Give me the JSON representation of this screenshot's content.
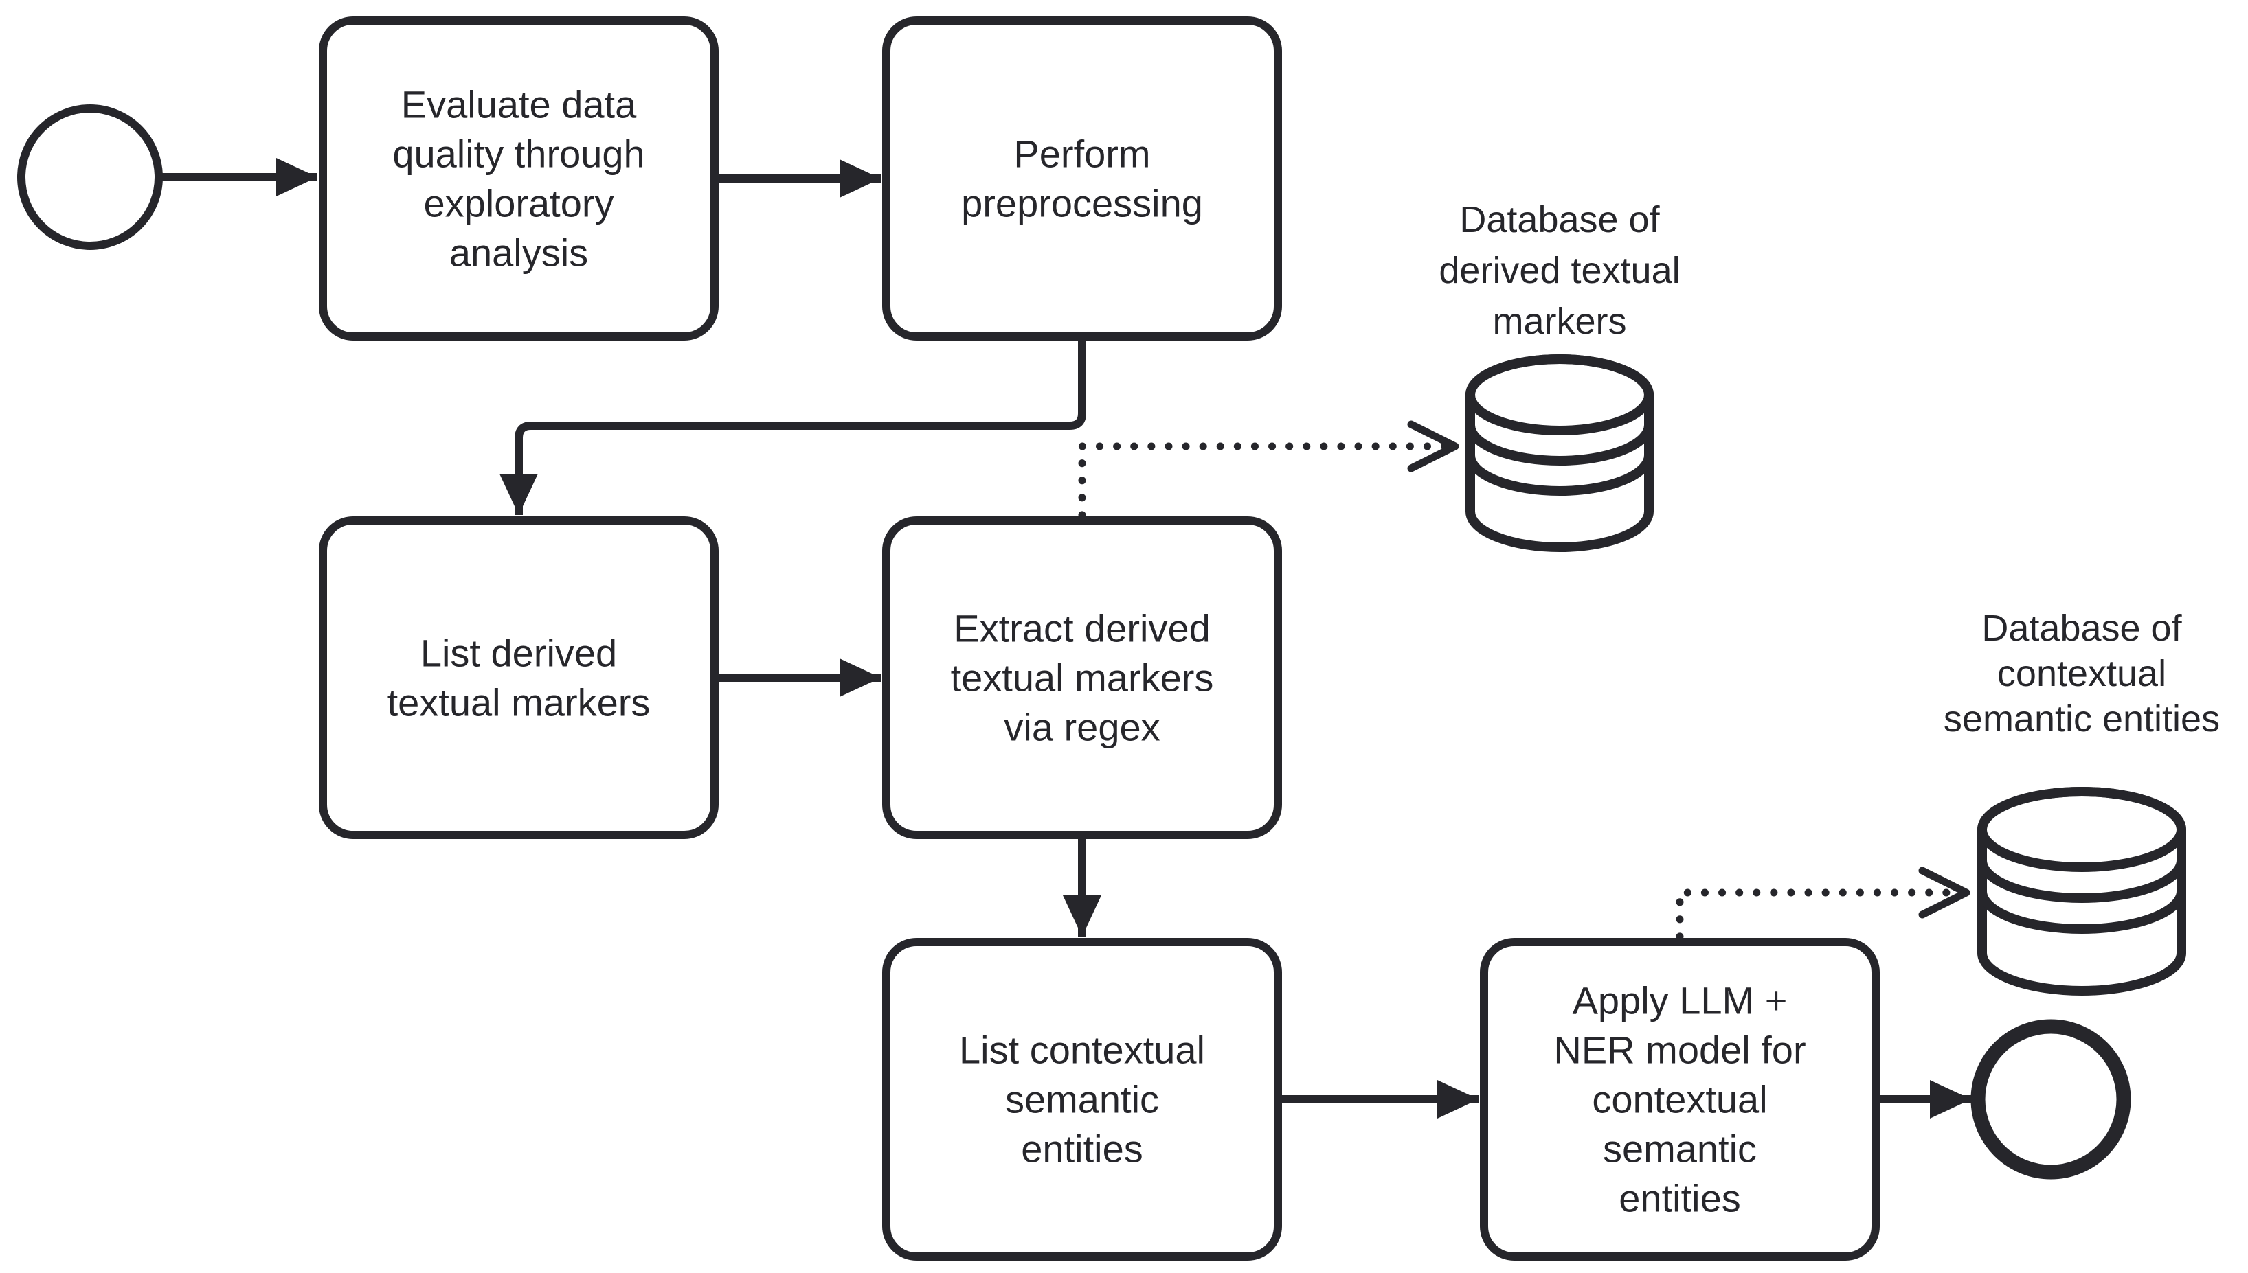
{
  "page": {
    "background_color": "#ffffff"
  },
  "diagram": {
    "kind": "bpmn-process-flow",
    "colors": {
      "stroke": "#26262b",
      "node_fill": "#ffffff"
    },
    "nodes": {
      "start_event": {
        "kind": "start-event",
        "label": ""
      },
      "evaluate": {
        "kind": "task",
        "label": "Evaluate data quality through exploratory analysis",
        "lines": [
          "Evaluate data",
          "quality through",
          "exploratory",
          "analysis"
        ]
      },
      "preprocess": {
        "kind": "task",
        "label": "Perform preprocessing",
        "lines": [
          "Perform",
          "preprocessing"
        ]
      },
      "list_markers": {
        "kind": "task",
        "label": "List derived textual markers",
        "lines": [
          "List derived",
          "textual markers"
        ]
      },
      "extract_markers": {
        "kind": "task",
        "label": "Extract derived textual markers via regex",
        "lines": [
          "Extract derived",
          "textual markers",
          "via regex"
        ]
      },
      "list_entities": {
        "kind": "task",
        "label": "List contextual semantic entities",
        "lines": [
          "List contextual",
          "semantic",
          "entities"
        ]
      },
      "apply_llm_ner": {
        "kind": "task",
        "label": "Apply LLM + NER model for contextual semantic entities",
        "lines": [
          "Apply LLM +",
          "NER model for",
          "contextual",
          "semantic",
          "entities"
        ]
      },
      "db_markers": {
        "kind": "data-store",
        "label": "Database of derived textual markers",
        "lines": [
          "Database of",
          "derived textual",
          "markers"
        ]
      },
      "db_entities": {
        "kind": "data-store",
        "label": "Database of contextual semantic entities",
        "lines": [
          "Database of",
          "contextual",
          "semantic entities"
        ]
      },
      "end_event": {
        "kind": "end-event",
        "label": ""
      }
    },
    "edges": [
      {
        "from": "start_event",
        "to": "evaluate",
        "style": "solid-arrow"
      },
      {
        "from": "evaluate",
        "to": "preprocess",
        "style": "solid-arrow"
      },
      {
        "from": "preprocess",
        "to": "list_markers",
        "style": "solid-arrow-elbow"
      },
      {
        "from": "list_markers",
        "to": "extract_markers",
        "style": "solid-arrow"
      },
      {
        "from": "extract_markers",
        "to": "list_entities",
        "style": "solid-arrow"
      },
      {
        "from": "list_entities",
        "to": "apply_llm_ner",
        "style": "solid-arrow"
      },
      {
        "from": "apply_llm_ner",
        "to": "end_event",
        "style": "solid-arrow"
      },
      {
        "from": "extract_markers",
        "to": "db_markers",
        "style": "dotted-open-arrow"
      },
      {
        "from": "apply_llm_ner",
        "to": "db_entities",
        "style": "dotted-open-arrow"
      }
    ]
  }
}
